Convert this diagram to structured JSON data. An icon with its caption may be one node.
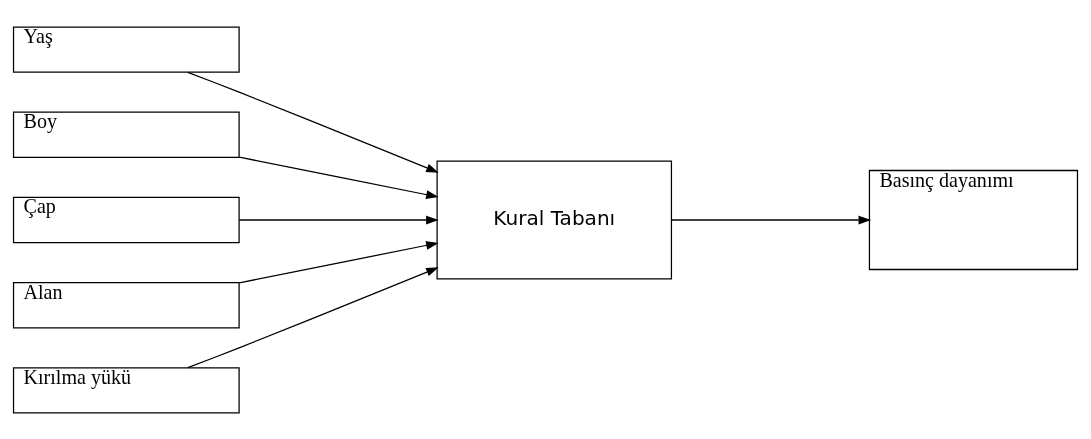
{
  "diagram": {
    "nodes": [
      {
        "text": [
          "Yaş"
        ]
      },
      {
        "text": [
          "Boy"
        ]
      },
      {
        "text": [
          "Çap"
        ]
      },
      {
        "text": [
          "Alan"
        ]
      },
      {
        "text": [
          "Kırılma yükü"
        ]
      },
      {
        "text": [
          "Kural Tabanı"
        ]
      },
      {
        "text": [
          "Basınç dayanımı"
        ]
      }
    ],
    "edges": [
      {
        "from": 0,
        "to": 5,
        "arrow": "to"
      },
      {
        "from": 1,
        "to": 5,
        "arrow": "to"
      },
      {
        "from": 2,
        "to": 5,
        "arrow": "to"
      },
      {
        "from": 3,
        "to": 5,
        "arrow": "to"
      },
      {
        "from": 4,
        "to": 5,
        "arrow": "to"
      },
      {
        "from": 5,
        "to": 6,
        "arrow": "to"
      }
    ]
  }
}
